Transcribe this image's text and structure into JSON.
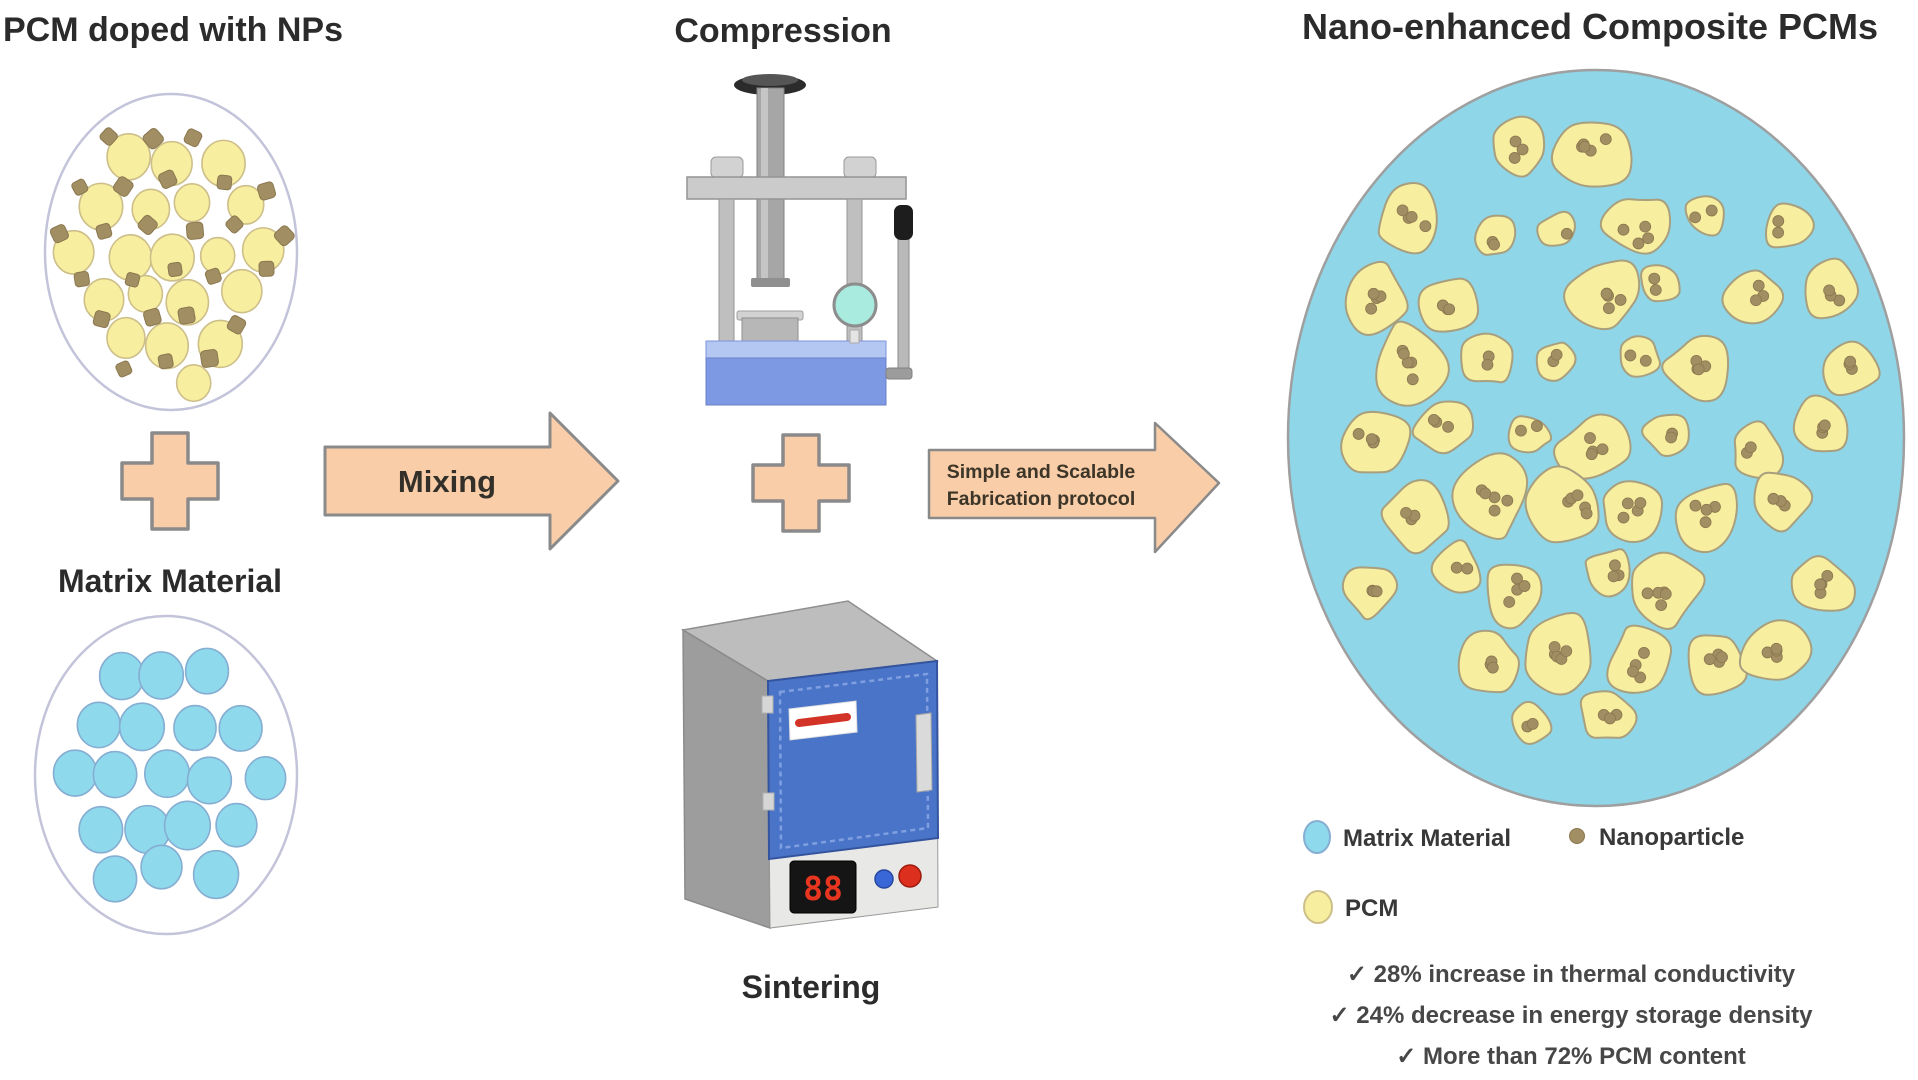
{
  "titles": {
    "pcm_doped": "PCM doped with NPs",
    "compression": "Compression",
    "nano_composite": "Nano-enhanced Composite PCMs",
    "matrix": "Matrix Material",
    "sintering": "Sintering"
  },
  "process": {
    "mixing_label": "Mixing",
    "fabrication_line1": "Simple and Scalable",
    "fabrication_line2": "Fabrication protocol"
  },
  "furnace": {
    "display": "88"
  },
  "legend": {
    "matrix_label": "Matrix Material",
    "nanoparticle_label": "Nanoparticle",
    "pcm_label": "PCM"
  },
  "benefits": [
    "✓ 28% increase in thermal conductivity",
    "✓ 24% decrease in energy storage density",
    "✓ More than 72% PCM content"
  ],
  "colors": {
    "arrow_peach": "#f8cda8",
    "outline_gray": "#8a8a8a",
    "pcm_yellow": "#f8ee9f",
    "pcm_yellow_stroke": "#cdbf8a",
    "nanoparticle_brown": "#a28e63",
    "nanoparticle_stroke": "#8b784f",
    "matrix_blue": "#8fd9ec",
    "matrix_blue_stroke": "#85aed2",
    "composite_blue": "#8fd6e8",
    "press_base_blue": "#7e99e4",
    "press_base_top_blue": "#b4c7f3",
    "door_blue": "#4a74c8",
    "gauge_teal": "#a9ecdf"
  }
}
